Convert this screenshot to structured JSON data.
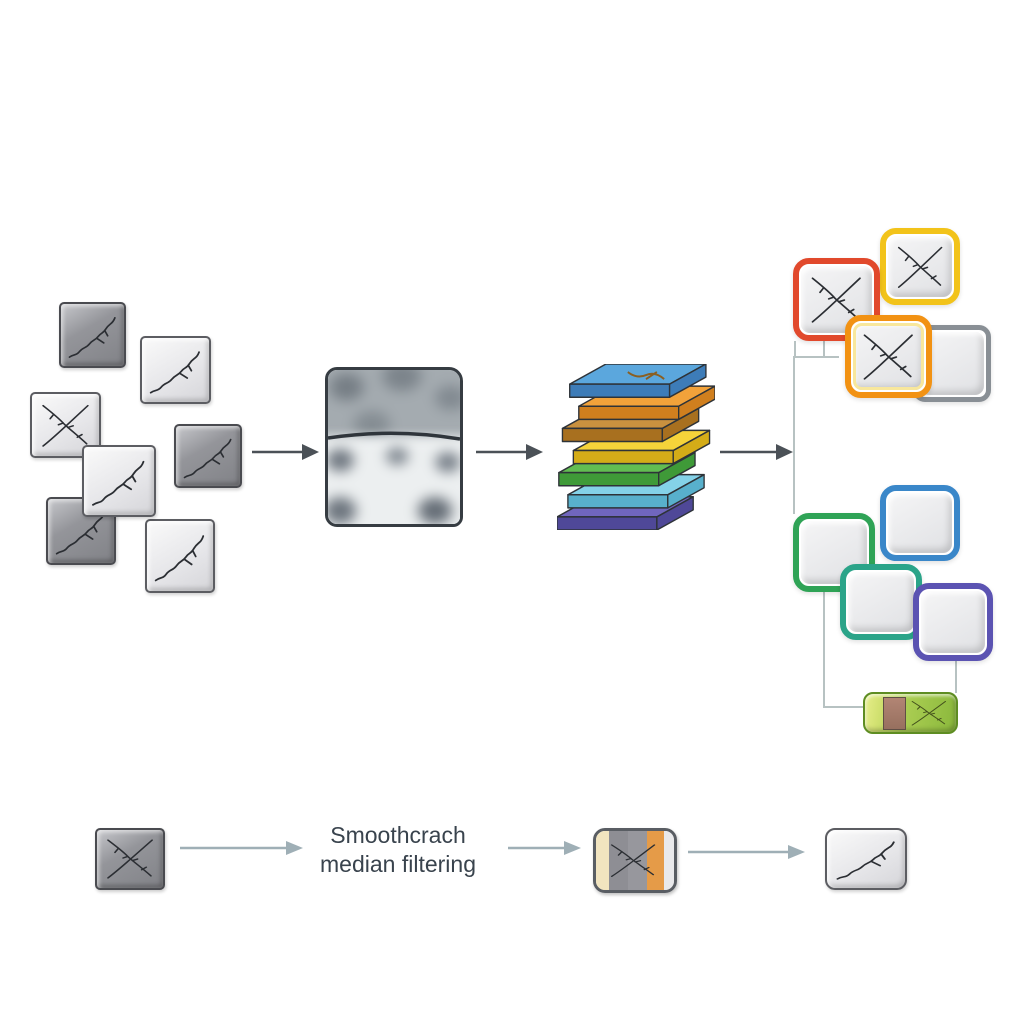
{
  "caption": {
    "line1": "Smoothcrach",
    "line2": "median filtering"
  },
  "colors": {
    "background": "#ffffff",
    "text": "#39434d",
    "arrow_dark": "#4b5157",
    "arrow_light": "#9fafb6",
    "connector": "#b7c2c2",
    "crack": "#2b2e33",
    "chip_crack": "#44511d",
    "borders": {
      "red": "#e1492c",
      "yellow": "#f2c31a",
      "orange": "#f29213",
      "gray": "#898f95",
      "blue": "#3a87c9",
      "green": "#2fa356",
      "green_teal": "#2ba489",
      "purple": "#5b53b2"
    }
  },
  "stripes": [
    "#f1e4bf",
    "#8e8e94",
    "#97979d",
    "#e59b48",
    "#e9e9eb"
  ],
  "stack": {
    "layers": [
      {
        "name": "blue",
        "top": "#5ba7dd",
        "side": "#3d7cb8"
      },
      {
        "name": "orange",
        "top": "#f2a23a",
        "side": "#d07f1e"
      },
      {
        "name": "amber",
        "top": "#c9913f",
        "side": "#a8701f"
      },
      {
        "name": "yellow",
        "top": "#f5d33a",
        "side": "#d4ac18"
      },
      {
        "name": "green",
        "top": "#62bd52",
        "side": "#3f9a38"
      },
      {
        "name": "cyan",
        "top": "#84d2e8",
        "side": "#58b0cc"
      },
      {
        "name": "purple",
        "top": "#7066bd",
        "side": "#4f4898"
      }
    ]
  }
}
